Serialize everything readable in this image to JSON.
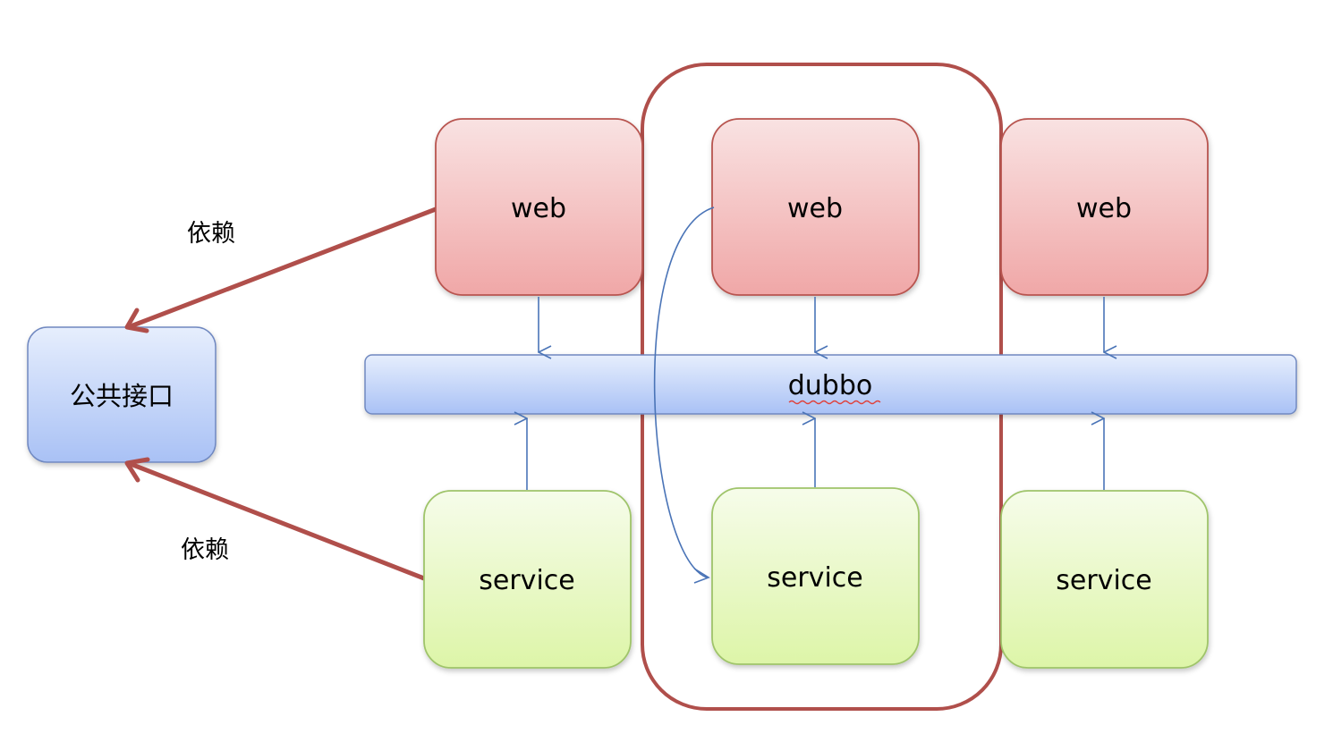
{
  "diagram": {
    "interface_node": {
      "label": "公共接口"
    },
    "dependency_labels": {
      "upper": "依赖",
      "lower": "依赖"
    },
    "bus": {
      "label": "dubbo"
    },
    "web_nodes": [
      {
        "label": "web"
      },
      {
        "label": "web"
      },
      {
        "label": "web"
      }
    ],
    "service_nodes": [
      {
        "label": "service"
      },
      {
        "label": "service"
      },
      {
        "label": "service"
      }
    ],
    "colors": {
      "web_fill_top": "#f9e2e2",
      "web_fill_bottom": "#f0a7a7",
      "web_stroke": "#b85450",
      "service_fill_top": "#f4fbe6",
      "service_fill_bottom": "#ddf5a8",
      "service_stroke": "#9fc46a",
      "blue_fill_top": "#e3ecfd",
      "blue_fill_bottom": "#a9c1f5",
      "blue_stroke": "#6f88c0",
      "dependency_arrow": "#b04f4b",
      "flow_arrow": "#4a74b7",
      "highlight_frame": "#b04f4b"
    }
  }
}
